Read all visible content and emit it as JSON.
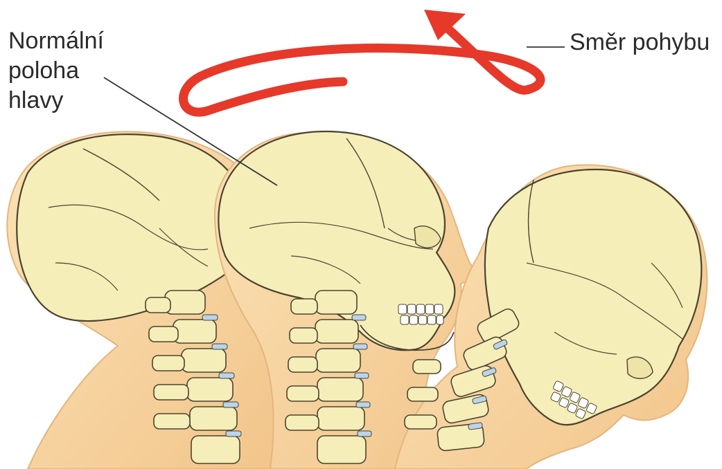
{
  "labels": {
    "normal_position": [
      "Normální",
      "poloha",
      "hlavy"
    ],
    "direction": "Směr pohybu"
  },
  "colors": {
    "skin": "#f9d9a6",
    "skin_shadow": "#efc085",
    "bone": "#f6eeb8",
    "bone_outline": "#4a4330",
    "disc": "#b9d4ec",
    "teeth": "#ffffff",
    "arrow": "#e6392a",
    "leader_line": "#333333"
  },
  "icons": {
    "motion_arrow": "curved-arrow-icon"
  }
}
